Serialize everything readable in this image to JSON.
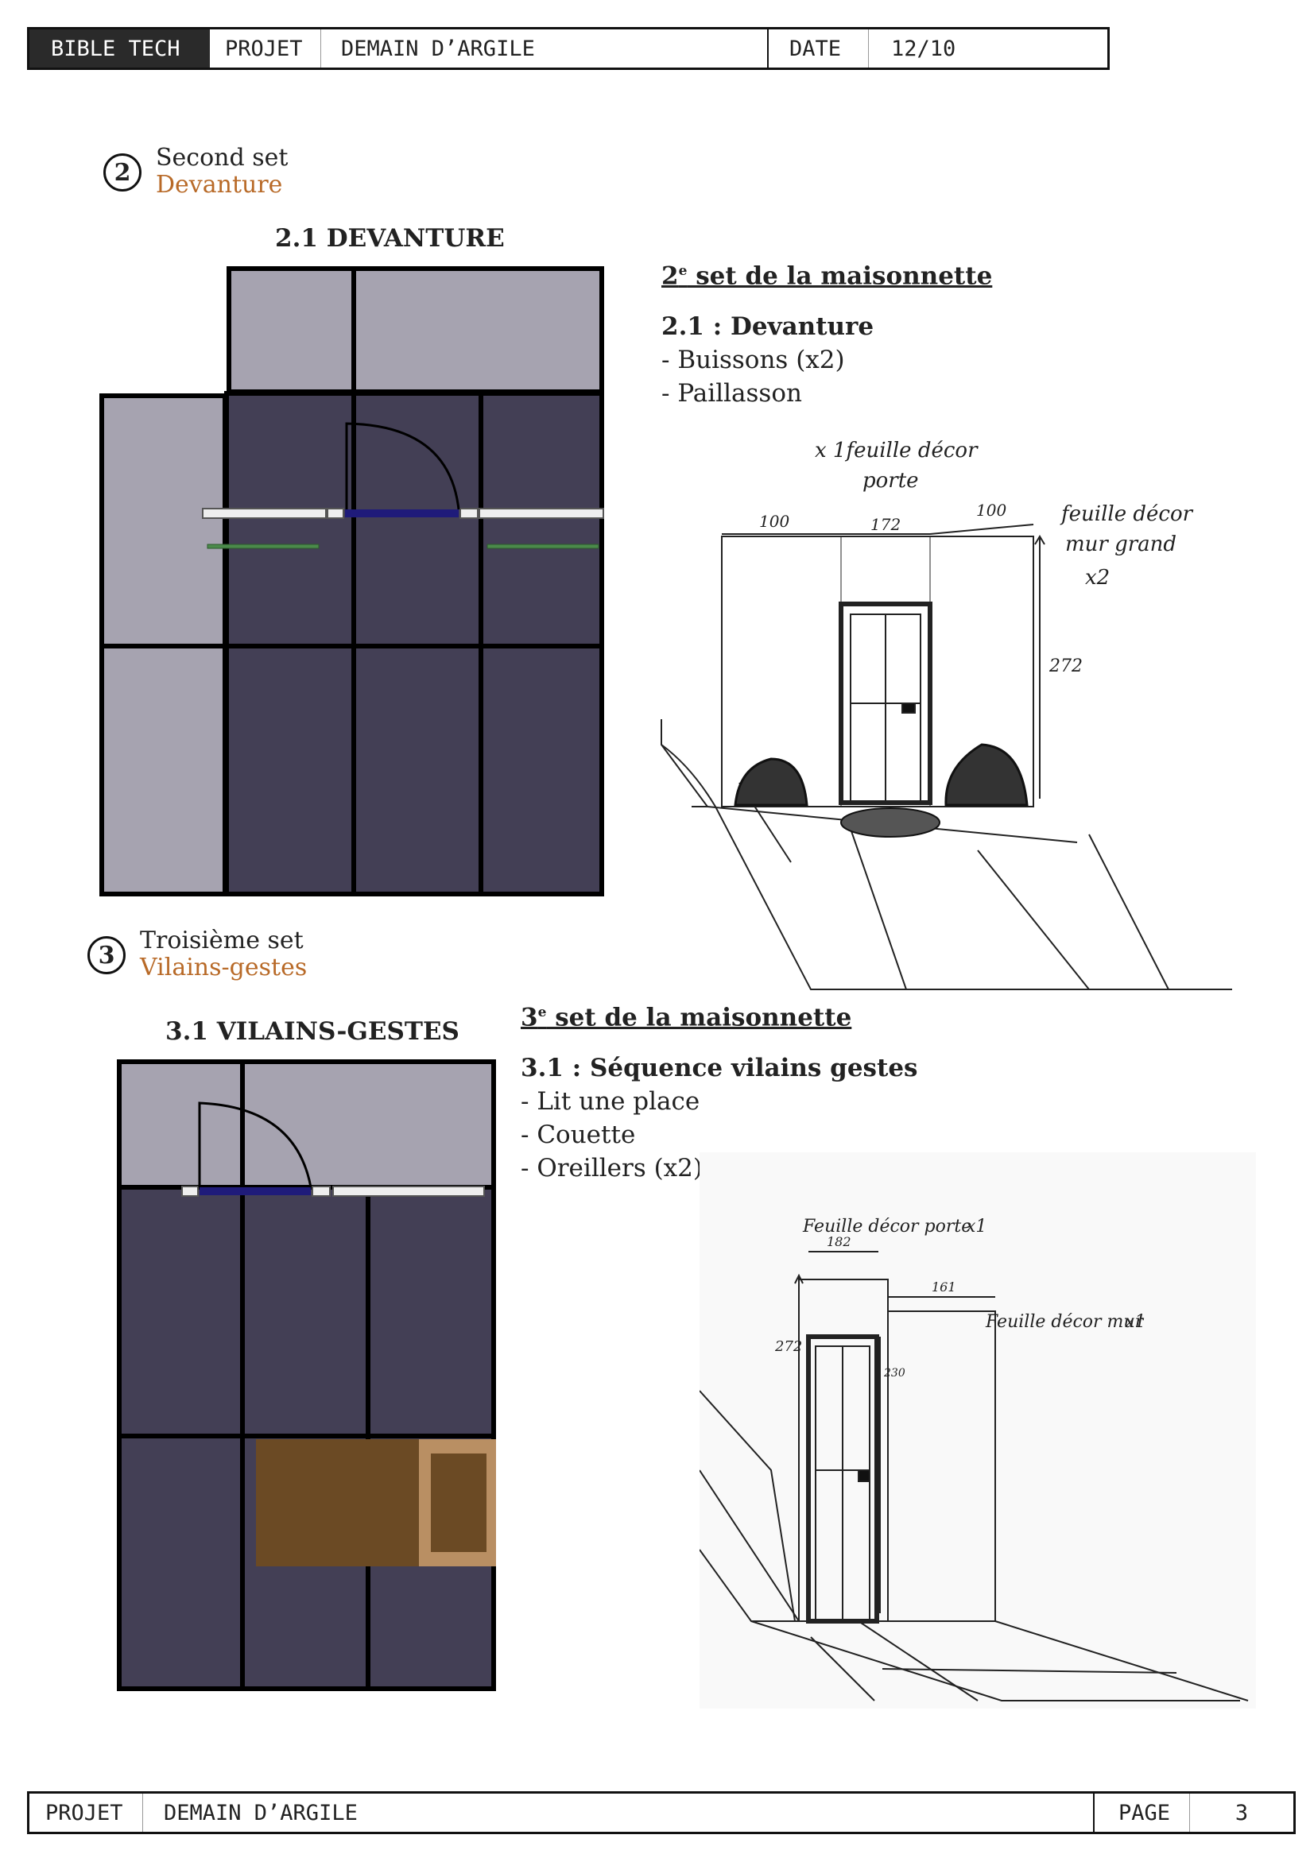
{
  "header": {
    "brand": "BIBLE TECH",
    "project_label": "PROJET",
    "project_name": "DEMAIN D’ARGILE",
    "date_label": "DATE",
    "date_value": "12/10"
  },
  "sections": [
    {
      "number": "2",
      "title": "Second set",
      "subtitle": "Devanture",
      "plan_title": "2.1 DEVANTURE",
      "notes": {
        "heading_num": "2",
        "heading_sup": "e",
        "heading_rest": " set de la maisonnette",
        "subheading": "2.1 : Devanture",
        "items": [
          "- Buissons (x2)",
          "- Paillasson"
        ]
      },
      "sketch_annotations": {
        "a1": "x 1feuille décor",
        "a2": "porte",
        "a3": "feuille décor",
        "a4": "mur grand",
        "a5": "x2",
        "dim_left": "100",
        "dim_mid": "172",
        "dim_right": "100",
        "dim_height": "272"
      }
    },
    {
      "number": "3",
      "title": "Troisième set",
      "subtitle": "Vilains-gestes",
      "plan_title": "3.1 VILAINS-GESTES",
      "notes": {
        "heading_num": "3",
        "heading_sup": "e",
        "heading_rest": " set de la maisonnette",
        "subheading": "3.1 : Séquence vilains gestes",
        "items": [
          "- Lit une place",
          "- Couette",
          "- Oreillers (x2)"
        ]
      },
      "sketch_annotations": {
        "a1": "Feuille décor porte",
        "a2": "x1",
        "a3": "Feuille décor mur",
        "a4": "x1",
        "dim_top": "182",
        "dim_right": "161",
        "dim_height": "272",
        "dim_door": "230"
      }
    }
  ],
  "footer": {
    "project_label": "PROJET",
    "project_name": "DEMAIN D’ARGILE",
    "page_label": "PAGE",
    "page_value": "3"
  },
  "colors": {
    "light_panel": "#a6a3b0",
    "dark_panel": "#433f55",
    "door": "#1f1b7a",
    "bush": "#4b8a4b",
    "bed": "#6b4a24",
    "bed_frame": "#b98f63",
    "section_accent": "#b86a28"
  }
}
